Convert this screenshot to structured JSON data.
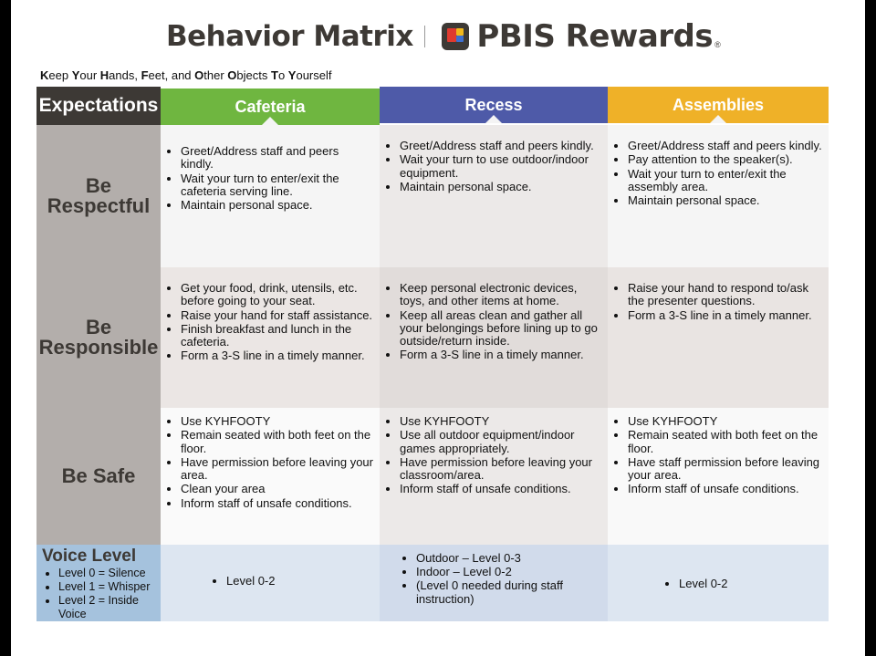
{
  "header": {
    "title": "Behavior Matrix",
    "logo_text": "PBIS Rewards",
    "logo_registered": "®"
  },
  "acronym": {
    "parts": [
      {
        "letter": "K",
        "rest": "eep "
      },
      {
        "letter": "Y",
        "rest": "our "
      },
      {
        "letter": "H",
        "rest": "ands, "
      },
      {
        "letter": "F",
        "rest": "eet, and "
      },
      {
        "letter": "O",
        "rest": "ther "
      },
      {
        "letter": "O",
        "rest": "bjects "
      },
      {
        "letter": "T",
        "rest": "o "
      },
      {
        "letter": "Y",
        "rest": "ourself"
      }
    ]
  },
  "columns": {
    "expectations": "Expectations",
    "cafeteria": "Cafeteria",
    "recess": "Recess",
    "assemblies": "Assemblies"
  },
  "rows": [
    {
      "label_line1": "Be",
      "label_line2": "Respectful",
      "cafeteria": [
        "Greet/Address staff and peers kindly.",
        "Wait your turn to enter/exit the cafeteria serving line.",
        "Maintain personal space."
      ],
      "recess": [
        "Greet/Address staff and peers kindly.",
        "Wait your turn to use outdoor/indoor equipment.",
        "Maintain personal space."
      ],
      "assemblies": [
        "Greet/Address staff and peers kindly.",
        "Pay attention to the speaker(s).",
        "Wait your turn to enter/exit the assembly area.",
        "Maintain personal space."
      ]
    },
    {
      "label_line1": "Be",
      "label_line2": "Responsible",
      "cafeteria": [
        "Get your food, drink, utensils, etc. before going to your seat.",
        "Raise your hand for staff assistance.",
        "Finish breakfast and lunch in the cafeteria.",
        "Form a 3-S line in a timely manner."
      ],
      "recess": [
        "Keep personal electronic devices, toys, and other items at home.",
        "Keep all areas clean and gather all your belongings before lining up to go outside/return inside.",
        "Form a 3-S line in a timely manner."
      ],
      "assemblies": [
        "Raise your hand to respond to/ask the presenter questions.",
        "Form a 3-S line in a timely manner."
      ]
    },
    {
      "label_line1": "Be Safe",
      "label_line2": "",
      "cafeteria": [
        "Use KYHFOOTY",
        "Remain seated with both feet on the floor.",
        "Have permission before leaving your area.",
        "Clean your area",
        "Inform staff of unsafe conditions."
      ],
      "recess": [
        "Use KYHFOOTY",
        "Use all outdoor equipment/indoor games  appropriately.",
        "Have permission before leaving your classroom/area.",
        "Inform staff of unsafe conditions."
      ],
      "assemblies": [
        "Use KYHFOOTY",
        "Remain seated with both feet on the floor.",
        "Have staff permission before leaving your area.",
        "Inform staff of unsafe conditions."
      ]
    }
  ],
  "voice": {
    "title": "Voice Level",
    "levels": [
      "Level 0 = Silence",
      "Level 1 = Whisper",
      "Level 2 = Inside Voice"
    ],
    "cafeteria": [
      "Level 0-2"
    ],
    "recess": [
      "Outdoor – Level 0-3",
      "Indoor – Level 0-2",
      "(Level 0 needed during staff instruction)"
    ],
    "assemblies": [
      "Level 0-2"
    ]
  },
  "colors": {
    "expectations": "#3d3935",
    "cafeteria": "#6fb640",
    "recess": "#4e5aa8",
    "assemblies": "#efb128",
    "row_label": "#b3aeab",
    "voice_label": "#a5c2dd"
  }
}
